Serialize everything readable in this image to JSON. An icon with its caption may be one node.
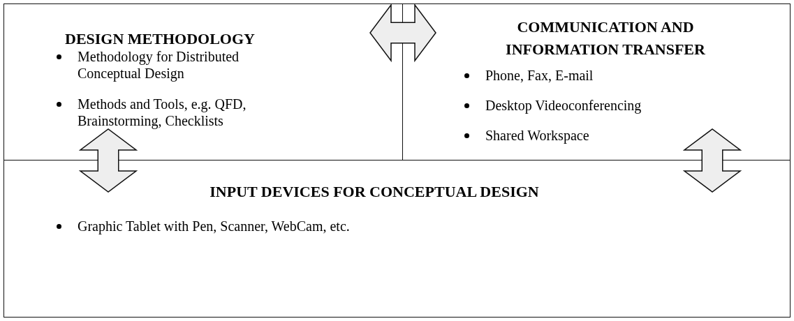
{
  "diagram": {
    "nodes": [
      {
        "text": [
          "DESIGN METHODOLOGY",
          "Methodology for Distributed Conceptual Design",
          "Methods and Tools, e.g. QFD, Brainstorming, Checklists"
        ]
      },
      {
        "text": [
          "COMMUNICATION AND INFORMATION TRANSFER",
          "Phone, Fax, E-mail",
          "Desktop Videoconferencing",
          "Shared Workspace"
        ]
      },
      {
        "text": [
          "INPUT DEVICES FOR CONCEPTUAL DESIGN",
          "Graphic Tablet with Pen, Scanner, WebCam, etc."
        ]
      }
    ],
    "edges": [
      {
        "from": 0,
        "to": 1,
        "arrow": "both"
      },
      {
        "from": 0,
        "to": 2,
        "arrow": "both"
      },
      {
        "from": 1,
        "to": 2,
        "arrow": "both"
      }
    ]
  }
}
